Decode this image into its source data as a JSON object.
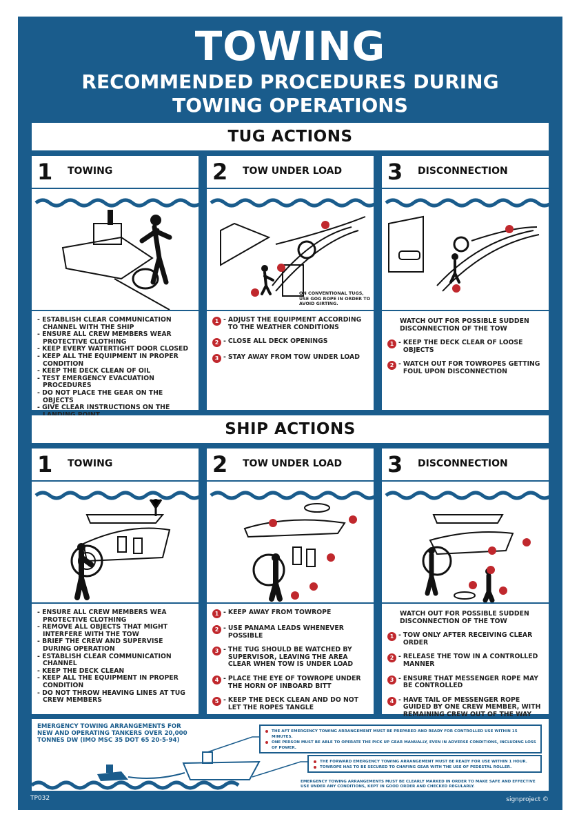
{
  "title": "TOWING",
  "subtitle_line1": "RECOMMENDED PROCEDURES DURING",
  "subtitle_line2": "TOWING OPERATIONS",
  "tug": {
    "heading": "TUG ACTIONS",
    "panels": [
      {
        "num": "1",
        "label": "TOWING"
      },
      {
        "num": "2",
        "label": "TOW UNDER LOAD"
      },
      {
        "num": "3",
        "label": "DISCONNECTION"
      }
    ],
    "caption": "ON CONVENTIONAL TUGS, USE GOG ROPE IN ORDER TO AVOID GIRTING.",
    "towing_items": [
      "ESTABLISH CLEAR COMMUNICATION CHANNEL WITH THE SHIP",
      "ENSURE ALL CREW MEMBERS WEAR PROTECTIVE CLOTHING",
      "KEEP EVERY WATERTIGHT DOOR CLOSED",
      "KEEP ALL THE EQUIPMENT IN PROPER CONDITION",
      "KEEP THE DECK CLEAN OF OIL",
      "TEST EMERGENCY EVACUATION PROCEDURES",
      "DO NOT PLACE THE GEAR ON THE OBJECTS",
      "GIVE CLEAR INSTRUCTIONS ON THE LANDING POINT"
    ],
    "load_items": [
      "ADJUST THE EQUIPMENT ACCORDING TO THE WEATHER CONDITIONS",
      "CLOSE ALL DECK OPENINGS",
      "STAY AWAY FROM TOW UNDER LOAD"
    ],
    "disc_intro": "WATCH OUT FOR POSSIBLE SUDDEN DISCONNECTION OF THE TOW",
    "disc_items": [
      "KEEP THE DECK CLEAR OF LOOSE OBJECTS",
      "WATCH OUT FOR TOWROPES GETTING FOUL UPON DISCONNECTION"
    ]
  },
  "ship": {
    "heading": "SHIP ACTIONS",
    "panels": [
      {
        "num": "1",
        "label": "TOWING"
      },
      {
        "num": "2",
        "label": "TOW UNDER LOAD"
      },
      {
        "num": "3",
        "label": "DISCONNECTION"
      }
    ],
    "towing_items": [
      "ENSURE ALL CREW MEMBERS WEA PROTECTIVE CLOTHING",
      "REMOVE ALL OBJECTS THAT MIGHT INTERFERE WITH THE TOW",
      "BRIEF THE CREW AND SUPERVISE DURING OPERATION",
      "ESTABLISH CLEAR COMMUNICATION CHANNEL",
      "KEEP THE DECK CLEAN",
      "KEEP ALL THE EQUIPMENT IN PROPER CONDITION",
      "DO NOT THROW HEAVING LINES AT TUG CREW MEMBERS"
    ],
    "load_items": [
      "KEEP AWAY FROM TOWROPE",
      "USE PANAMA LEADS WHENEVER POSSIBLE",
      "THE TUG SHOULD BE WATCHED BY SUPERVISOR, LEAVING THE AREA CLEAR WHEN TOW IS UNDER LOAD",
      "PLACE THE EYE OF TOWROPE UNDER THE HORN OF INBOARD BITT",
      "KEEP THE DECK CLEAN AND DO NOT LET THE ROPES TANGLE"
    ],
    "disc_intro": "WATCH OUT FOR POSSIBLE SUDDEN DISCONNECTION OF THE TOW",
    "disc_items": [
      "TOW ONLY AFTER RECEIVING CLEAR ORDER",
      "RELEASE THE TOW IN A CONTROLLED MANNER",
      "ENSURE THAT MESSENGER ROPE MAY BE CONTROLLED",
      "HAVE TAIL OF MESSENGER ROPE GUIDED BY ONE CREW MEMBER, WITH REMAINING CREW OUT OF THE WAY"
    ]
  },
  "emergency": {
    "title": "EMERGENCY TOWING ARRANGEMENTS FOR NEW AND OPERATING TANKERS OVER 20,000 TONNES DW (IMO MSC 35 DOT 65 20-5-94)",
    "aft": [
      "THE AFT EMERGENCY TOWING ARRANGEMENT MUST BE PREPARED AND READY FOR CONTROLLED USE WITHIN 15 MINUTES.",
      "ONE PERSON MUST BE ABLE TO OPERATE THE PICK UP GEAR MANUALLY, EVEN IN ADVERSE CONDITIONS, INCLUDING LOSS OF POWER."
    ],
    "forward": [
      "THE FORWARD EMERGENCY TOWING ARRANGEMENT MUST BE READY FOR USE WITHIN 1 HOUR.",
      "TOWROPE HAS TO BE SECURED TO CHAFING GEAR WITH THE USE OF PEDESTAL ROLLER."
    ],
    "note": "EMERGENCY TOWING ARRANGEMENTS MUST BE CLEARLY MARKED IN ORDER TO MAKE SAFE AND EFFECTIVE USE UNDER ANY CONDITIONS, KEPT IN GOOD ORDER AND CHECKED REGULARLY."
  },
  "code": "TP032",
  "brand": "signproject ©",
  "colors": {
    "primary": "#1a5c8c",
    "accent": "#c0282d",
    "background": "#ffffff"
  }
}
